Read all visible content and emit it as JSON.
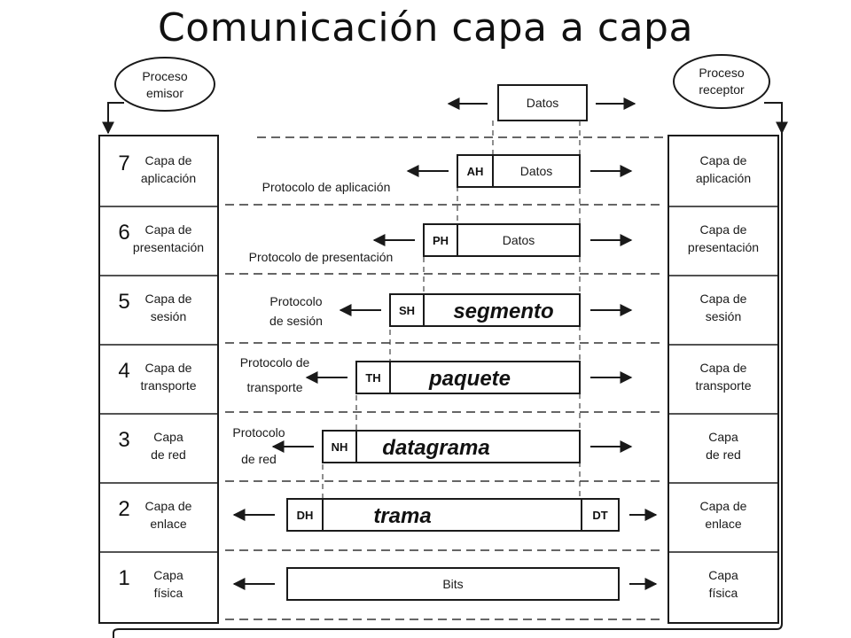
{
  "title": "Comunicación capa a capa",
  "sender": {
    "line1": "Proceso",
    "line2": "emisor"
  },
  "receiver": {
    "line1": "Proceso",
    "line2": "receptor"
  },
  "top_data_label": "Datos",
  "layers": [
    {
      "number": "7",
      "left": [
        "Capa de",
        "aplicación"
      ],
      "right": [
        "Capa de",
        "aplicación"
      ],
      "protocol": [
        "Protocolo de aplicación"
      ],
      "header": "AH",
      "payload": "Datos"
    },
    {
      "number": "6",
      "left": [
        "Capa de",
        "presentación"
      ],
      "right": [
        "Capa de",
        "presentación"
      ],
      "protocol": [
        "Protocolo de presentación"
      ],
      "header": "PH",
      "payload": "Datos"
    },
    {
      "number": "5",
      "left": [
        "Capa de",
        "sesión"
      ],
      "right": [
        "Capa de",
        "sesión"
      ],
      "protocol": [
        "Protocolo",
        "de sesión"
      ],
      "header": "SH",
      "payload": "segmento"
    },
    {
      "number": "4",
      "left": [
        "Capa de",
        "transporte"
      ],
      "right": [
        "Capa de",
        "transporte"
      ],
      "protocol": [
        "Protocolo de",
        "transporte"
      ],
      "header": "TH",
      "payload": "paquete"
    },
    {
      "number": "3",
      "left": [
        "Capa",
        "de red"
      ],
      "right": [
        "Capa",
        "de red"
      ],
      "protocol": [
        "Protocolo",
        "de red"
      ],
      "header": "NH",
      "payload": "datagrama"
    },
    {
      "number": "2",
      "left": [
        "Capa de",
        "enlace"
      ],
      "right": [
        "Capa de",
        "enlace"
      ],
      "protocol": [],
      "header": "DH",
      "payload": "trama",
      "trailer": "DT"
    },
    {
      "number": "1",
      "left": [
        "Capa",
        "física"
      ],
      "right": [
        "Capa",
        "física"
      ],
      "protocol": [],
      "header": "",
      "payload": "Bits"
    }
  ]
}
